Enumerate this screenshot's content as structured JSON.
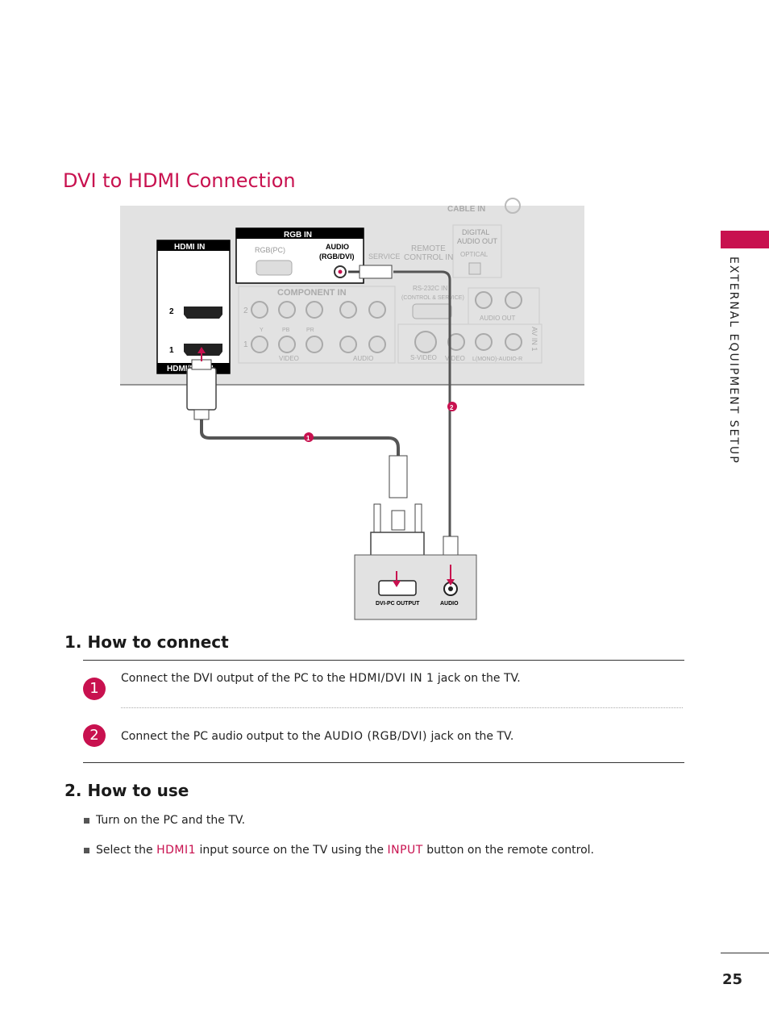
{
  "page": {
    "title": "DVI to HDMI Connection",
    "side_label": "EXTERNAL EQUIPMENT SETUP",
    "page_number": "25",
    "accent_color": "#c8114f"
  },
  "diagram": {
    "hdmi_in_label": "HDMI IN",
    "hdmi_port_2": "2",
    "hdmi_port_1": "1",
    "hdmi_bottom_label": "HDMI/DVI IN",
    "rgb_in_label": "RGB IN",
    "rgb_pc_label": "RGB(PC)",
    "audio_label_1": "AUDIO",
    "audio_label_2": "(RGB/DVI)",
    "service_label": "SERVICE",
    "remote_label_1": "REMOTE",
    "remote_label_2": "CONTROL IN",
    "cable_in_label": "CABLE IN",
    "digital_label_1": "DIGITAL",
    "digital_label_2": "AUDIO OUT",
    "optical_label": "OPTICAL",
    "component_label": "COMPONENT IN",
    "rs232_label_1": "RS-232C IN",
    "rs232_label_2": "(CONTROL & SERVICE)",
    "audio_out_label": "AUDIO OUT",
    "comp_row2": "2",
    "comp_row1": "1",
    "y_label": "Y",
    "pb_label": "PB",
    "pr_label": "PR",
    "video_label": "VIDEO",
    "audio_small_label": "AUDIO",
    "svideo_label": "S-VIDEO",
    "video_label_2": "VIDEO",
    "mono_audio_label": "L(MONO)-AUDIO-R",
    "av_in_label": "AV IN 1",
    "cable_marker_1": "1",
    "cable_marker_2": "2",
    "dvi_pc_output_label": "DVI-PC OUTPUT",
    "pc_audio_label": "AUDIO"
  },
  "how_to_connect": {
    "heading": "1. How to connect",
    "steps": [
      {
        "number": "1",
        "pre": "Connect the DVI output of the PC to the ",
        "key": "HDMI/DVI IN 1",
        "post": " jack on the TV."
      },
      {
        "number": "2",
        "pre": "Connect the PC audio output to the ",
        "key": "AUDIO (RGB/DVI)",
        "post": " jack on the TV."
      }
    ]
  },
  "how_to_use": {
    "heading": "2. How to use",
    "bullet_1": "Turn on the PC and the TV.",
    "bullet_2_pre": "Select the ",
    "bullet_2_hl1": "HDMI1",
    "bullet_2_mid": " input source on the TV using the ",
    "bullet_2_hl2": "INPUT",
    "bullet_2_post": " button on the remote control."
  }
}
